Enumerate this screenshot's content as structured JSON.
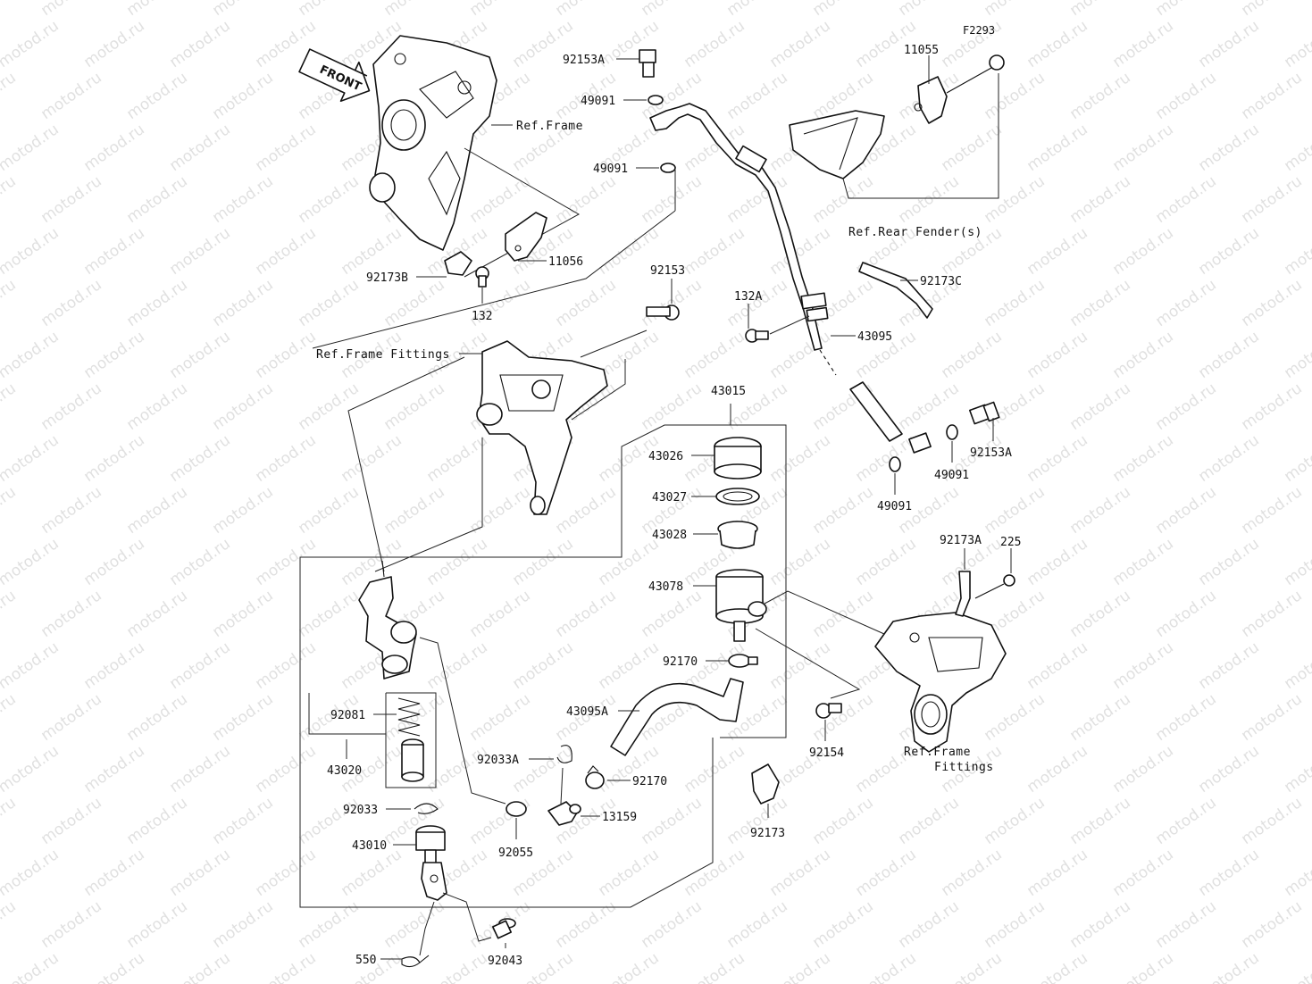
{
  "diagram_code": "F2293",
  "watermark": "motod.ru",
  "front_arrow": "FRONT",
  "refs": {
    "frame": "Ref.Frame",
    "rear_fender": "Ref.Rear Fender(s)",
    "frame_fittings_left": "Ref.Frame Fittings",
    "frame_fittings_right_line1": "Ref.Frame",
    "frame_fittings_right_line2": "Fittings"
  },
  "parts": {
    "p92153A_top": "92153A",
    "p49091_a": "49091",
    "p49091_b": "49091",
    "p11055": "11055",
    "p11056": "11056",
    "p92173B": "92173B",
    "p132": "132",
    "p92153": "92153",
    "p132A": "132A",
    "p92173C": "92173C",
    "p43095": "43095",
    "p43015": "43015",
    "p43026": "43026",
    "p43027": "43027",
    "p43028": "43028",
    "p43078": "43078",
    "p92153A_right": "92153A",
    "p49091_c": "49091",
    "p49091_d": "49091",
    "p92173A": "92173A",
    "p225": "225",
    "p92170_a": "92170",
    "p43095A": "43095A",
    "p92154": "92154",
    "p92081": "92081",
    "p43020": "43020",
    "p92033A": "92033A",
    "p92170_b": "92170",
    "p92033": "92033",
    "p13159": "13159",
    "p92055": "92055",
    "p43010": "43010",
    "p92173": "92173",
    "p550": "550",
    "p92043": "92043"
  }
}
